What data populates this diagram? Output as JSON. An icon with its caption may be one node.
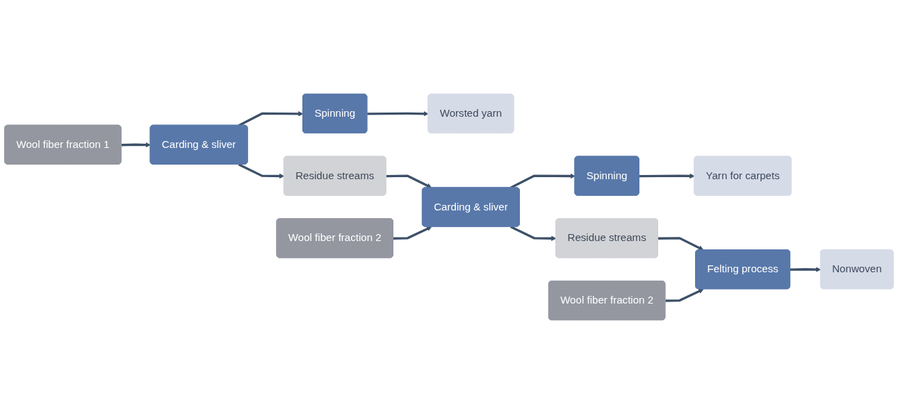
{
  "diagram": {
    "nodes": [
      {
        "text": [
          "Wool fiber fraction 1"
        ]
      },
      {
        "text": [
          "Carding & sliver"
        ]
      },
      {
        "text": [
          "Spinning"
        ]
      },
      {
        "text": [
          "Worsted yarn"
        ]
      },
      {
        "text": [
          "Residue streams"
        ]
      },
      {
        "text": [
          "Wool fiber fraction 2"
        ]
      },
      {
        "text": [
          "Carding & sliver"
        ]
      },
      {
        "text": [
          "Spinning"
        ]
      },
      {
        "text": [
          "Yarn for carpets"
        ]
      },
      {
        "text": [
          "Residue streams"
        ]
      },
      {
        "text": [
          "Wool fiber fraction 2"
        ]
      },
      {
        "text": [
          "Felting process"
        ]
      },
      {
        "text": [
          "Nonwoven"
        ]
      }
    ],
    "edges": [
      {
        "from": 0,
        "to": 1,
        "arrow": "to"
      },
      {
        "from": 1,
        "to": 2,
        "arrow": "to"
      },
      {
        "from": 2,
        "to": 3,
        "arrow": "to"
      },
      {
        "from": 1,
        "to": 4,
        "arrow": "to"
      },
      {
        "from": 4,
        "to": 6,
        "arrow": "to"
      },
      {
        "from": 5,
        "to": 6,
        "arrow": "to"
      },
      {
        "from": 6,
        "to": 7,
        "arrow": "to"
      },
      {
        "from": 7,
        "to": 8,
        "arrow": "to"
      },
      {
        "from": 6,
        "to": 9,
        "arrow": "to"
      },
      {
        "from": 9,
        "to": 11,
        "arrow": "to"
      },
      {
        "from": 10,
        "to": 11,
        "arrow": "to"
      },
      {
        "from": 11,
        "to": 12,
        "arrow": "to"
      }
    ]
  }
}
